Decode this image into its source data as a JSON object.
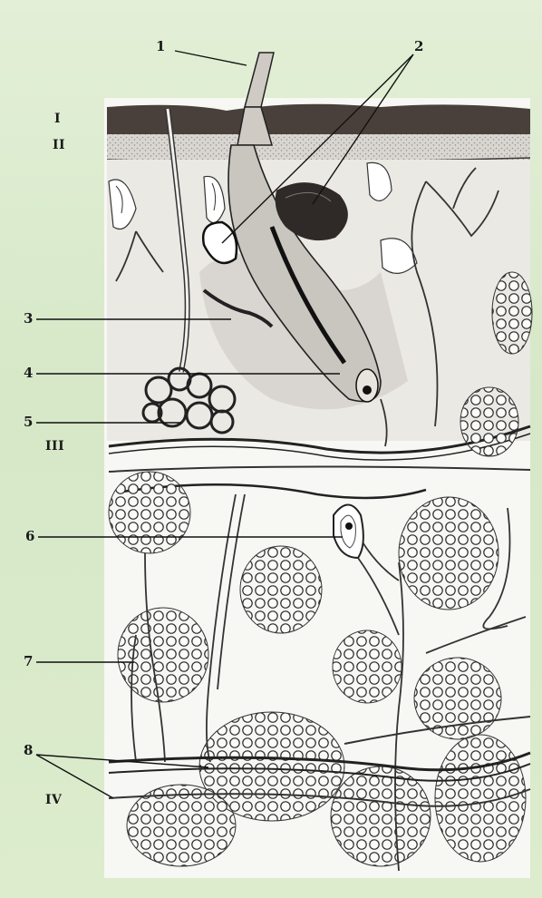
{
  "diagram": {
    "numeric_labels": [
      "1",
      "2",
      "3",
      "4",
      "5",
      "6",
      "7",
      "8"
    ],
    "layer_labels": [
      "I",
      "II",
      "III",
      "IV"
    ]
  },
  "colors": {
    "background": "#dcebcf",
    "figure_bg": "#f7f7f3",
    "ink": "#1a1a1a",
    "epidermis": "#5a4e48"
  }
}
